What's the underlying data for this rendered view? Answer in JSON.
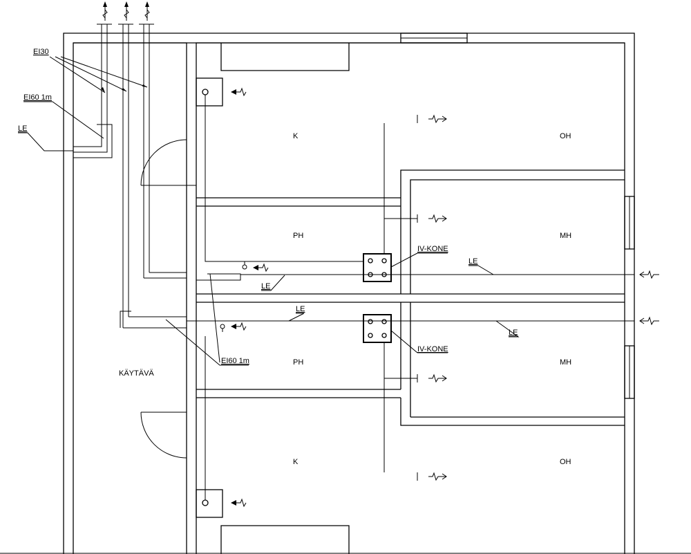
{
  "rooms": {
    "k_upper": "K",
    "oh_upper": "OH",
    "ph_upper": "PH",
    "mh_upper": "MH",
    "ph_lower": "PH",
    "mh_lower": "MH",
    "k_lower": "K",
    "oh_lower": "OH",
    "corridor": "KÄYTÄVÄ"
  },
  "labels": {
    "ei30": "EI30",
    "ei60_top": "EI60 1m",
    "ei60_mid": "EI60 1m",
    "le_left": "LE",
    "le_mid_upper": "LE",
    "le_right_upper": "LE",
    "le_mid_lower": "LE",
    "le_right_lower": "LE",
    "iv_upper": "IV-KONE",
    "iv_lower": "IV-KONE"
  }
}
